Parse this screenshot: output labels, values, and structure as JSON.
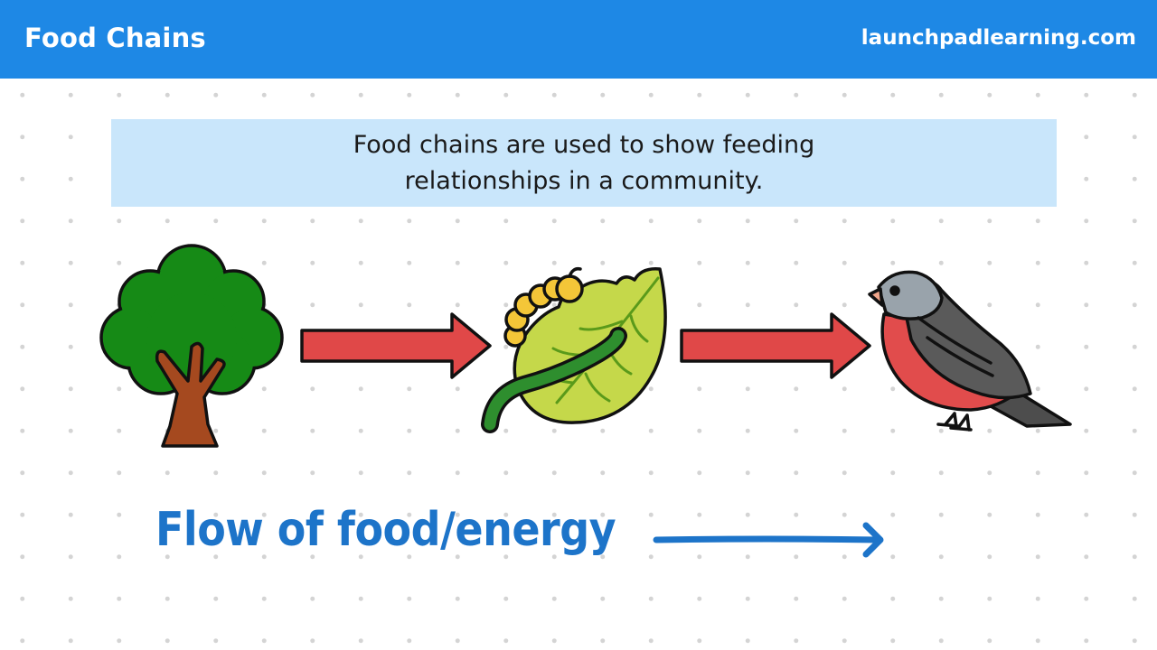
{
  "header": {
    "title": "Food Chains",
    "site": "launchpadlearning.com"
  },
  "info": {
    "text": "Food chains are used to show feeding relationships in a community."
  },
  "chain": [
    {
      "organism": "tree",
      "icon": "tree-icon"
    },
    {
      "organism": "caterpillar on leaf",
      "icon": "caterpillar-leaf-icon"
    },
    {
      "organism": "bird",
      "icon": "bird-icon"
    }
  ],
  "flow": {
    "label": "Flow of food/energy",
    "icon": "flow-arrow-icon"
  },
  "colors": {
    "header": "#1e88e5",
    "info_box": "#c9e6fb",
    "arrow_fill": "#e04848",
    "flow_text": "#1d74c9",
    "tree_canopy": "#168a16",
    "tree_trunk": "#a5491f",
    "leaf": "#c5d84a",
    "caterpillar": "#f4c638",
    "bird_breast": "#e14c4c",
    "bird_body": "#5a5a5a"
  }
}
